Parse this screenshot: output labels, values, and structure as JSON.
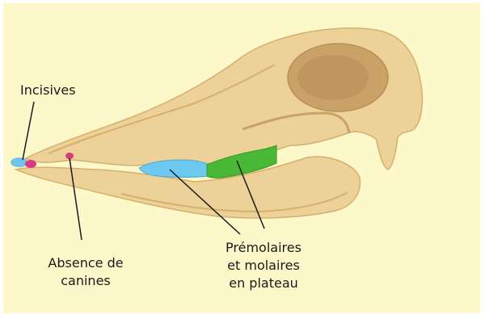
{
  "labels": {
    "incisives": "Incisives",
    "absence_line1": "Absence de",
    "absence_line2": "canines",
    "molaires_line1": "Prémolaires",
    "molaires_line2": "et molaires",
    "molaires_line3": "en plateau"
  },
  "colors": {
    "background": "#fcf8c9",
    "bone": "#ecd198",
    "bone_shadow": "#d6b06c",
    "incisors": "#6fc5e8",
    "canine_gap_marker": "#d93a7d",
    "premolars": "#6ec9f0",
    "molars": "#49b836"
  }
}
